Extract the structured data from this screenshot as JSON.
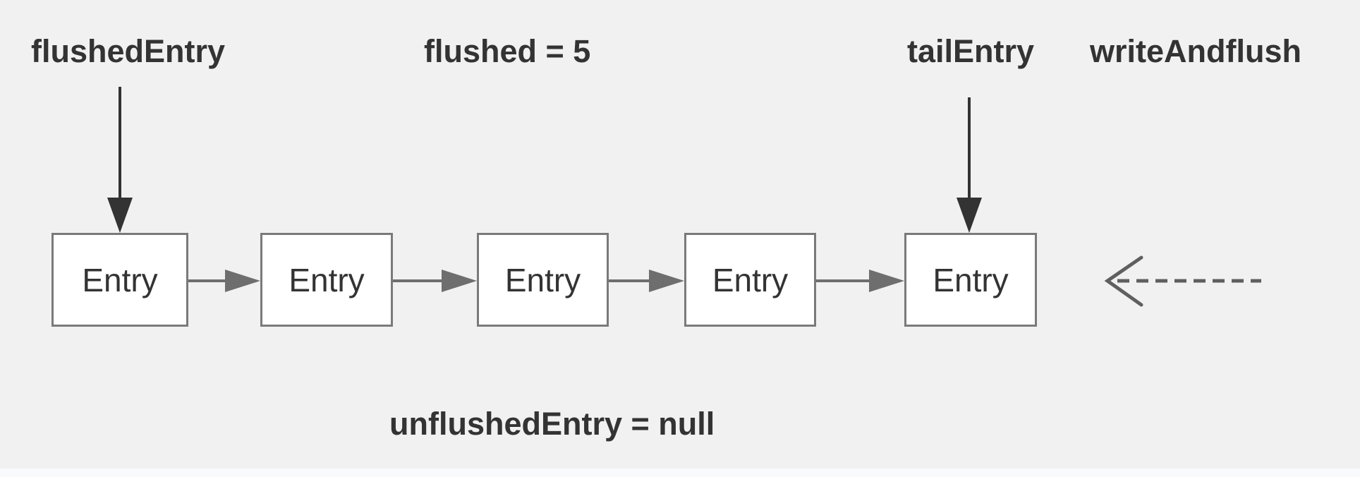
{
  "diagram": {
    "labels": {
      "flushed_entry": "flushedEntry",
      "flushed_count": "flushed = 5",
      "tail_entry": "tailEntry",
      "write_and_flush": "writeAndflush",
      "unflushed_entry": "unflushedEntry = null"
    },
    "entries": [
      {
        "label": "Entry"
      },
      {
        "label": "Entry"
      },
      {
        "label": "Entry"
      },
      {
        "label": "Entry"
      },
      {
        "label": "Entry"
      }
    ],
    "icons": {
      "down_arrow": "down-arrow",
      "right_arrow": "right-arrow",
      "dashed_left_arrow": "dashed-left-arrow"
    },
    "colors": {
      "background": "#f1f1f2",
      "bottom_strip": "#f9fafb",
      "box_fill": "#ffffff",
      "box_border": "#7a7a7a",
      "link_arrow": "#6e6e6e",
      "pointer_arrow": "#333333",
      "dashed_arrow": "#5f5f5f",
      "text": "#333333"
    }
  }
}
